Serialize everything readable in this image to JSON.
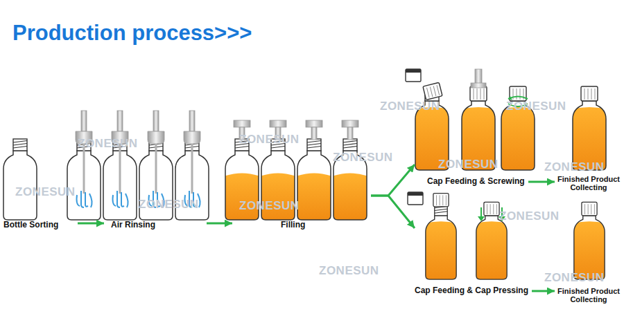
{
  "diagram": {
    "title": "Production process>>>",
    "nodes": [
      {
        "text": [
          "Bottle Sorting"
        ]
      },
      {
        "text": [
          "Air Rinsing"
        ]
      },
      {
        "text": [
          "Filling"
        ]
      },
      {
        "text": [
          "Cap Feeding & Screwing"
        ]
      },
      {
        "text": [
          "Finished Product Collecting"
        ]
      },
      {
        "text": [
          "Cap Feeding & Cap Pressing"
        ]
      },
      {
        "text": [
          "Finished Product Collecting"
        ]
      }
    ],
    "edges": [
      {
        "from": 0,
        "to": 1,
        "arrow": "to"
      },
      {
        "from": 1,
        "to": 2,
        "arrow": "to"
      },
      {
        "from": 2,
        "to": 3,
        "arrow": "to"
      },
      {
        "from": 2,
        "to": 5,
        "arrow": "to"
      },
      {
        "from": 3,
        "to": 4,
        "arrow": "to"
      },
      {
        "from": 5,
        "to": 6,
        "arrow": "to"
      }
    ],
    "labels": [
      "ZONESUN",
      "ZONESUN",
      "ZONESUN",
      "ZONESUN",
      "ZONESUN",
      "ZONESUN",
      "ZONESUN",
      "ZONESUN",
      "ZONESUN",
      "ZONESUN",
      "ZONESUN",
      "ZONESUN",
      "ZONESUN"
    ]
  }
}
